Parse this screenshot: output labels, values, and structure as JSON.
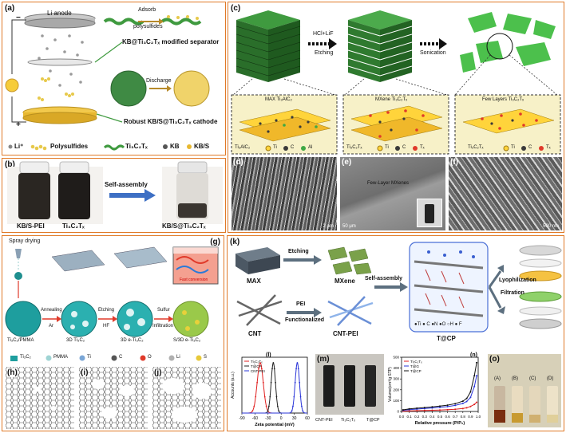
{
  "panels": {
    "a": {
      "label": "(a)",
      "li_anode": "Li anode",
      "adsorb": "Adsorb",
      "polysulfides": "polysulfides",
      "separator": "KB@Ti₃C₂Tₓ modified separator",
      "discharge": "Discharge",
      "cathode": "Robust KB/S@Ti₃C₂Tₓ cathode",
      "minus": "−",
      "plus": "+",
      "legend": {
        "li": "Li⁺",
        "poly": "Polysulfides",
        "mx": "Ti₃C₂Tₓ",
        "kb": "KB",
        "kbs": "KB/S"
      }
    },
    "b": {
      "label": "(b)",
      "self_assembly": "Self-assembly",
      "vial1": "KB/S-PEI",
      "vial2": "Ti₃C₂Tₓ",
      "vial3": "KB/S@Ti₃C₂Tₓ"
    },
    "c": {
      "label": "(c)",
      "etch_top": "HCl+LiF",
      "etch_bottom": "Etching",
      "sonication": "Sonication",
      "box1_title": "MAX Ti₃AlC₂",
      "box2_title": "MXene Ti₃C₂Tₓ",
      "box3_title": "Few Layers Ti₃C₂Tₓ",
      "box1_legend": [
        "Ti₃AlC₂",
        "Ti",
        "C",
        "Al"
      ],
      "box2_legend": [
        "Ti₃C₂Tₓ",
        "Ti",
        "C",
        "Tₓ"
      ],
      "box3_legend": [
        "Ti₃C₂Tₓ",
        "Ti",
        "C",
        "Tₓ"
      ]
    },
    "d": {
      "label": "(d)",
      "scale": "2 μm"
    },
    "e": {
      "label": "(e)",
      "caption": "Few-Layer MXenes",
      "scale": "50 μm"
    },
    "f": {
      "label": "(f)",
      "scale": "500 nm"
    },
    "g": {
      "label": "(g)",
      "spray": "Spray drying",
      "annealing": "Annealing",
      "ar": "Ar",
      "etching": "Etching",
      "hf": "HF",
      "sulfur": "Sulfur",
      "infiltration": "Infiltration",
      "fast": "Fast conversion",
      "s1": "Ti₃C₂/PMMA",
      "s2": "3D Ti₃C₂",
      "s3": "3D e-Ti₃C₂",
      "s4": "S/3D e-Ti₃C₂",
      "legend": [
        "Ti₃C₂",
        "PMMA",
        "Ti",
        "C",
        "O",
        "Li",
        "S"
      ]
    },
    "h": {
      "label": "(h)"
    },
    "i": {
      "label": "(i)"
    },
    "j": {
      "label": "(j)"
    },
    "k": {
      "label": "(k)",
      "max": "MAX",
      "etching": "Etching",
      "mxene": "MXene",
      "cnt": "CNT",
      "pei": "PEI",
      "functionalized": "Functionalized",
      "cnt_pei": "CNT-PEI",
      "self_assembly": "Self-assembly",
      "tcp": "T@CP",
      "lyophilization": "Lyophilization",
      "filtration": "Filtration",
      "atoms": "●Ti ● C ●N ●O ○H ● F"
    },
    "m": {
      "label": "(m)",
      "vials": [
        "CNT-PEI",
        "Ti₃C₂Tₓ",
        "T@CP"
      ]
    },
    "o": {
      "label": "(o)",
      "vials": [
        "(A)",
        "(B)",
        "(C)",
        "(D)"
      ]
    }
  },
  "chart_data": [
    {
      "type": "line",
      "panel_label": "(l)",
      "xlabel": "Zeta potential (mV)",
      "ylabel": "Accounts (a.u.)",
      "xlim": [
        -90,
        60
      ],
      "xticks": [
        -90,
        -60,
        -30,
        0,
        30,
        60
      ],
      "ylim": [
        0,
        1
      ],
      "legend_placement": "top-left",
      "series": [
        {
          "name": "Ti₃C₂Tₓ",
          "color": "#e02020",
          "peak": -48,
          "width": 7
        },
        {
          "name": "T@CP",
          "color": "#222222",
          "peak": -18,
          "width": 5
        },
        {
          "name": "CNT-PEI",
          "color": "#2a35d8",
          "peak": 37,
          "width": 5
        }
      ]
    },
    {
      "type": "line",
      "panel_label": "(n)",
      "xlabel": "Relative pressure (P/P₀)",
      "ylabel": "Volume(cm³/g STP)",
      "xlim": [
        0.0,
        1.0
      ],
      "xticks": [
        0.0,
        0.1,
        0.2,
        0.3,
        0.4,
        0.5,
        0.6,
        0.7,
        0.8,
        0.9,
        1.0
      ],
      "ylim": [
        0,
        500
      ],
      "yticks": [
        0,
        100,
        200,
        300,
        400,
        500
      ],
      "legend_placement": "top-left",
      "series": [
        {
          "name": "Ti₃C₂Tₓ",
          "color": "#e02020",
          "x": [
            0.02,
            0.1,
            0.2,
            0.3,
            0.4,
            0.5,
            0.6,
            0.7,
            0.8,
            0.85,
            0.9,
            0.95,
            0.98
          ],
          "y": [
            3,
            5,
            7,
            9,
            11,
            13,
            16,
            20,
            27,
            34,
            46,
            65,
            85
          ]
        },
        {
          "name": "T@G",
          "color": "#2a35d8",
          "x": [
            0.02,
            0.1,
            0.2,
            0.3,
            0.4,
            0.5,
            0.6,
            0.7,
            0.8,
            0.85,
            0.9,
            0.95,
            0.98
          ],
          "y": [
            10,
            17,
            22,
            27,
            32,
            38,
            45,
            56,
            74,
            92,
            130,
            230,
            330
          ]
        },
        {
          "name": "T@CP",
          "color": "#111111",
          "x": [
            0.02,
            0.1,
            0.2,
            0.3,
            0.4,
            0.5,
            0.6,
            0.7,
            0.8,
            0.85,
            0.9,
            0.95,
            0.98
          ],
          "y": [
            15,
            24,
            30,
            36,
            42,
            49,
            58,
            72,
            95,
            120,
            180,
            330,
            450
          ]
        }
      ]
    }
  ]
}
